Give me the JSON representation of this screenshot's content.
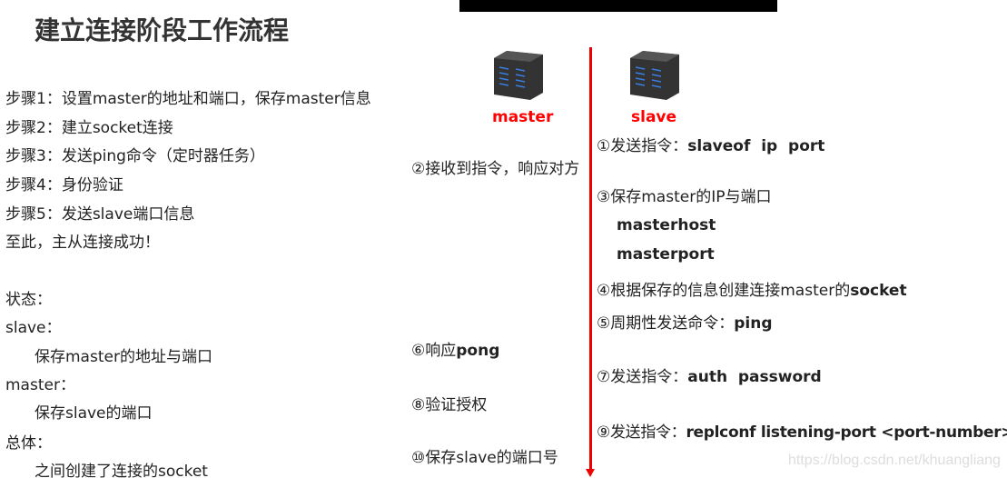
{
  "title": "建立连接阶段工作流程",
  "steps": [
    "步骤1：设置master的地址和端口，保存master信息",
    "步骤2：建立socket连接",
    "步骤3：发送ping命令（定时器任务）",
    "步骤4：身份验证",
    "步骤5：发送slave端口信息",
    "至此，主从连接成功！"
  ],
  "state": {
    "heading": "状态：",
    "slave": "slave：",
    "slave_desc": "保存master的地址与端口",
    "master": "master：",
    "master_desc": "保存slave的端口",
    "overall": "总体：",
    "overall_desc": "之间创建了连接的socket"
  },
  "nodes": {
    "master": "master",
    "slave": "slave"
  },
  "master_side": {
    "s2": "②接收到指令，响应对方",
    "s6a": "⑥响应",
    "s6b": "pong",
    "s8": "⑧验证授权",
    "s10": "⑩保存slave的端口号"
  },
  "slave_side": {
    "s1a": "①发送指令：",
    "s1b": "slaveof  ip  port",
    "s3": "③保存master的IP与端口",
    "s3h": "masterhost",
    "s3p": "masterport",
    "s4a": "④根据保存的信息创建连接master的",
    "s4b": "socket",
    "s5a": "⑤周期性发送命令：",
    "s5b": "ping",
    "s7a": "⑦发送指令：",
    "s7b": "auth  password",
    "s9a": "⑨发送指令：",
    "s9b": "replconf listening-port <port-number>"
  },
  "watermark": "https://blog.csdn.net/khuangliang",
  "colors": {
    "accent": "#ff0000"
  }
}
